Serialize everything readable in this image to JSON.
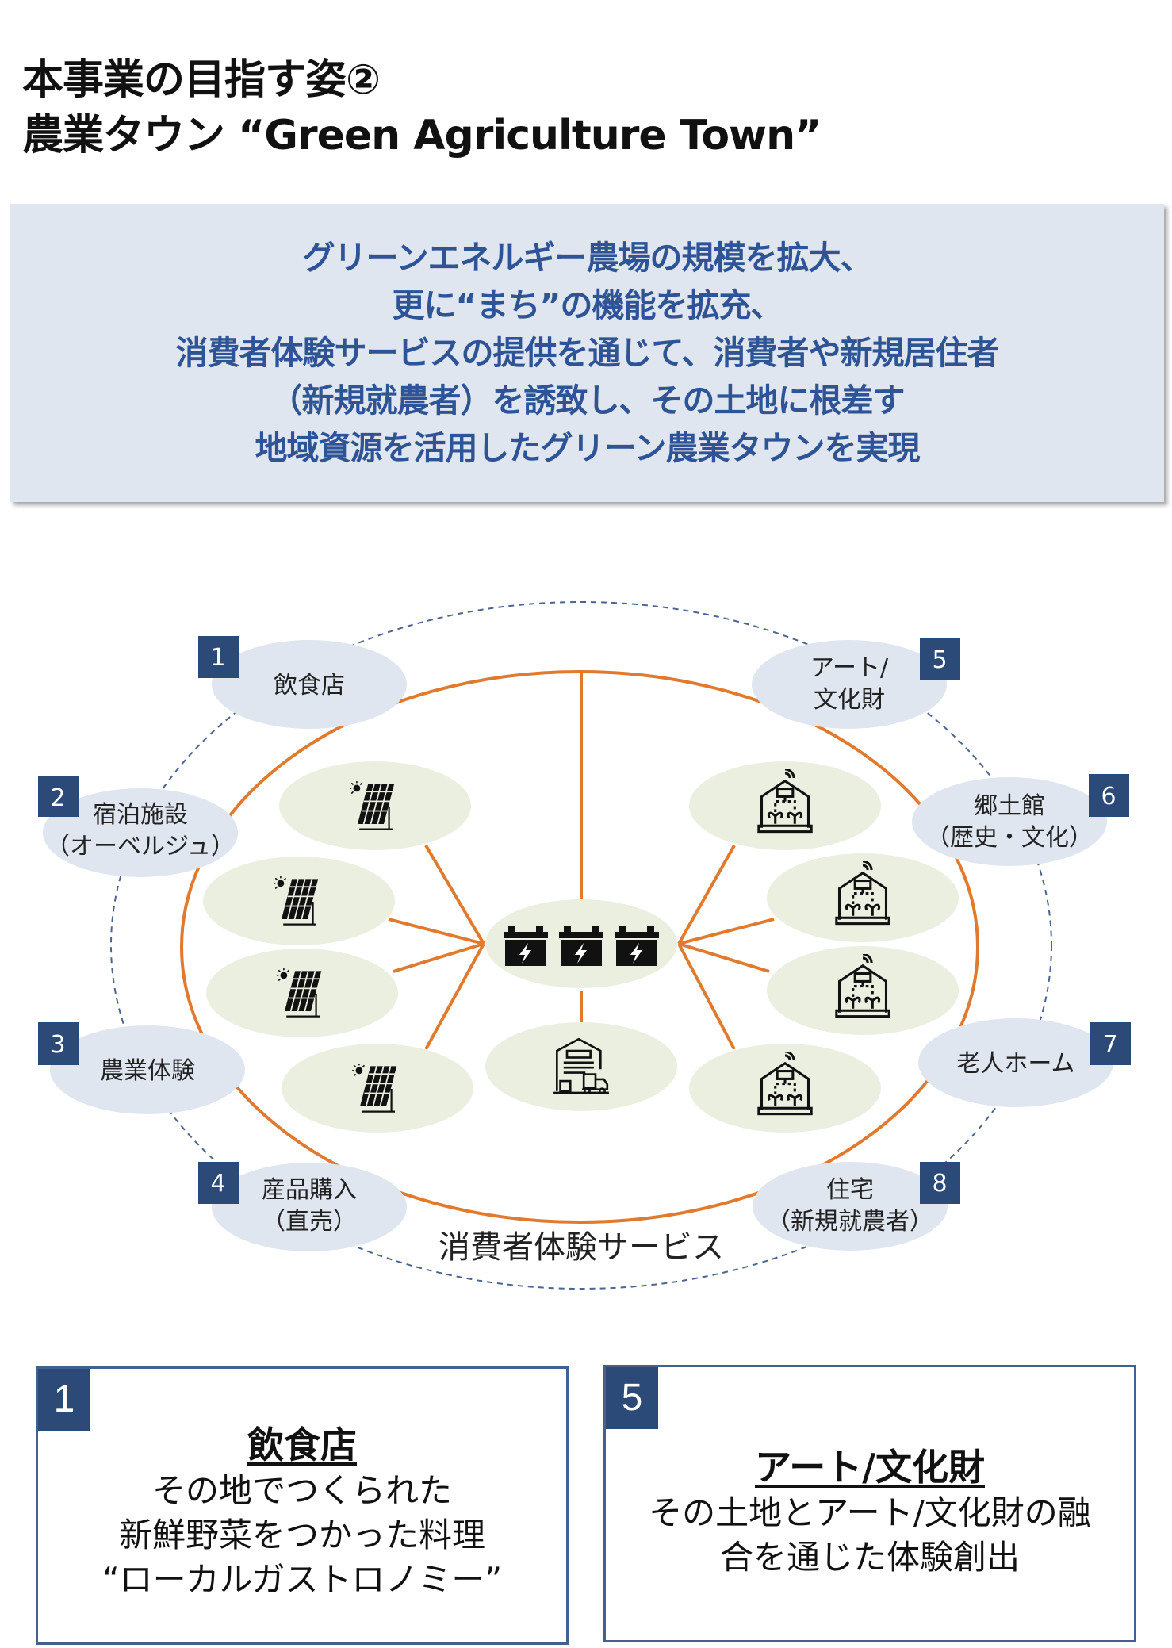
{
  "title": {
    "line1": "本事業の目指す姿②",
    "line2": "農業タウン “Green Agriculture Town”"
  },
  "banner": {
    "lines": [
      "グリーンエネルギー農場の規模を拡大、",
      "更に“まち”の機能を拡充、",
      "消費者体験サービスの提供を通じて、消費者や新規居住者",
      "（新規就農者）を誘致し、その土地に根差す",
      "地域資源を活用したグリーン農業タウンを実現"
    ]
  },
  "diagram": {
    "services": [
      {
        "num": "1",
        "lines": [
          "飲食店"
        ]
      },
      {
        "num": "2",
        "lines": [
          "宿泊施設",
          "（オーベルジュ）"
        ]
      },
      {
        "num": "3",
        "lines": [
          "農業体験"
        ]
      },
      {
        "num": "4",
        "lines": [
          "産品購入",
          "（直売）"
        ]
      },
      {
        "num": "5",
        "lines": [
          "アート/",
          "文化財"
        ]
      },
      {
        "num": "6",
        "lines": [
          "郷土館",
          "（歴史・文化）"
        ]
      },
      {
        "num": "7",
        "lines": [
          "老人ホーム"
        ]
      },
      {
        "num": "8",
        "lines": [
          "住宅",
          "（新規就農者）"
        ]
      }
    ],
    "caption": "消費者体験サービス",
    "icons": [
      "solar-panel-icon",
      "battery-icon",
      "greenhouse-icon",
      "warehouse-icon"
    ],
    "colors": {
      "orange": "#e07a2e",
      "dashed": "#4a6592",
      "label_fill": "#dfe6f0",
      "node_fill": "#ebefe0",
      "badge": "#2c4a78"
    }
  },
  "cards": [
    {
      "num": "1",
      "heading": "飲食店",
      "lines": [
        "その地でつくられた",
        "新鮮野菜をつかった料理",
        "“ローカルガストロノミー”"
      ]
    },
    {
      "num": "5",
      "heading": "アート/文化財",
      "lines": [
        "その土地とアート/文化財の融",
        "合を通じた体験創出"
      ]
    }
  ]
}
